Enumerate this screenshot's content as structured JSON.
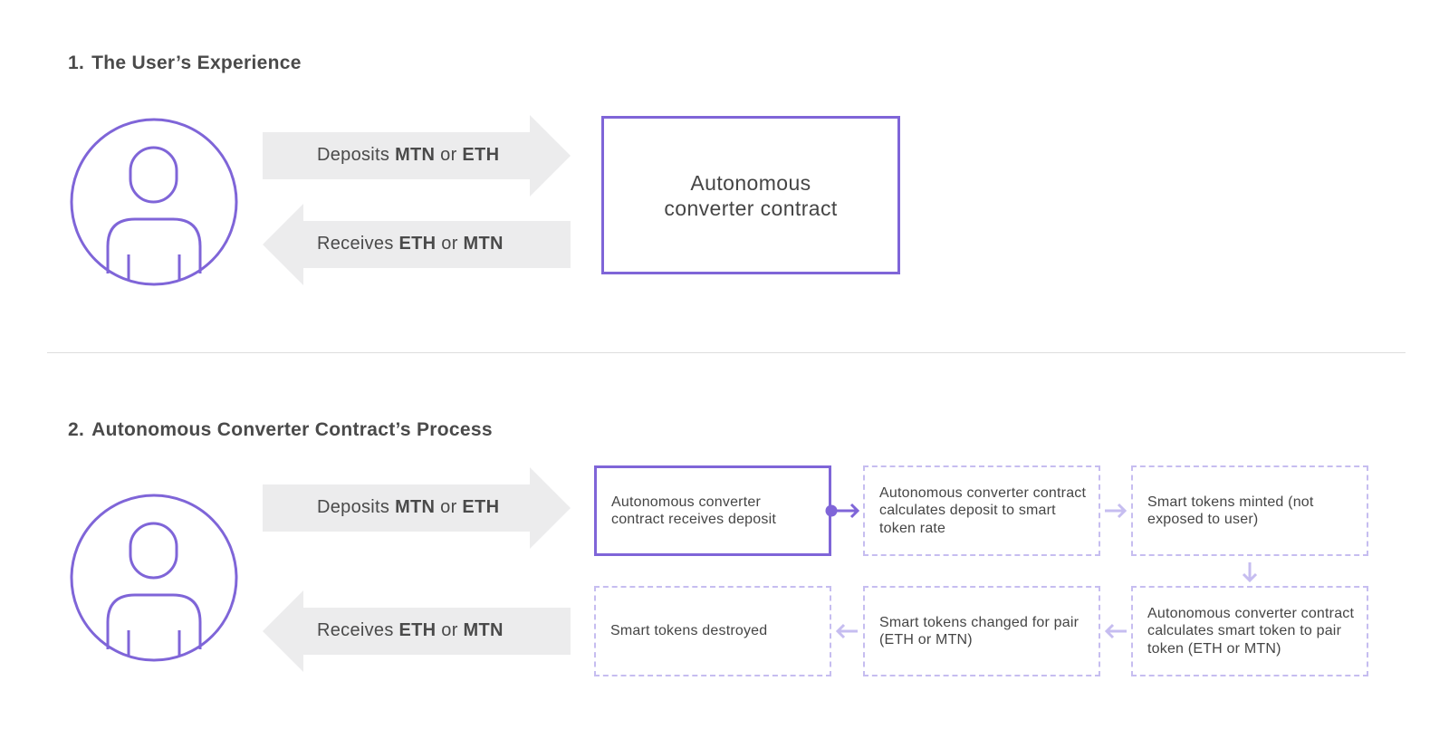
{
  "section1": {
    "number": "1.",
    "title": "The User’s Experience",
    "deposit_arrow": {
      "prefix": "Deposits ",
      "token1": "MTN",
      "middle": " or ",
      "token2": "ETH"
    },
    "receive_arrow": {
      "prefix": "Receives ",
      "token1": "ETH",
      "middle": " or ",
      "token2": "MTN"
    },
    "contract_box": "Autonomous converter contract"
  },
  "section2": {
    "number": "2.",
    "title": "Autonomous Converter Contract’s Process",
    "deposit_arrow": {
      "prefix": "Deposits ",
      "token1": "MTN",
      "middle": " or ",
      "token2": "ETH"
    },
    "receive_arrow": {
      "prefix": "Receives ",
      "token1": "ETH",
      "middle": " or ",
      "token2": "MTN"
    },
    "steps": [
      "Autonomous converter contract receives deposit",
      "Autonomous converter contract calculates deposit to smart token rate",
      "Smart tokens minted (not exposed to user)",
      "Autonomous converter contract calculates smart token to pair token (ETH or MTN)",
      "Smart tokens changed for pair (ETH or MTN)",
      "Smart tokens destroyed"
    ]
  },
  "colors": {
    "accent": "#7f65d8",
    "accent_light": "#c6bdf0",
    "arrow_fill": "#ececed",
    "text": "#4a4a4a",
    "divider": "#dedede"
  },
  "icons": [
    "user-icon",
    "right-arrow",
    "left-arrow",
    "flow-arrow"
  ]
}
